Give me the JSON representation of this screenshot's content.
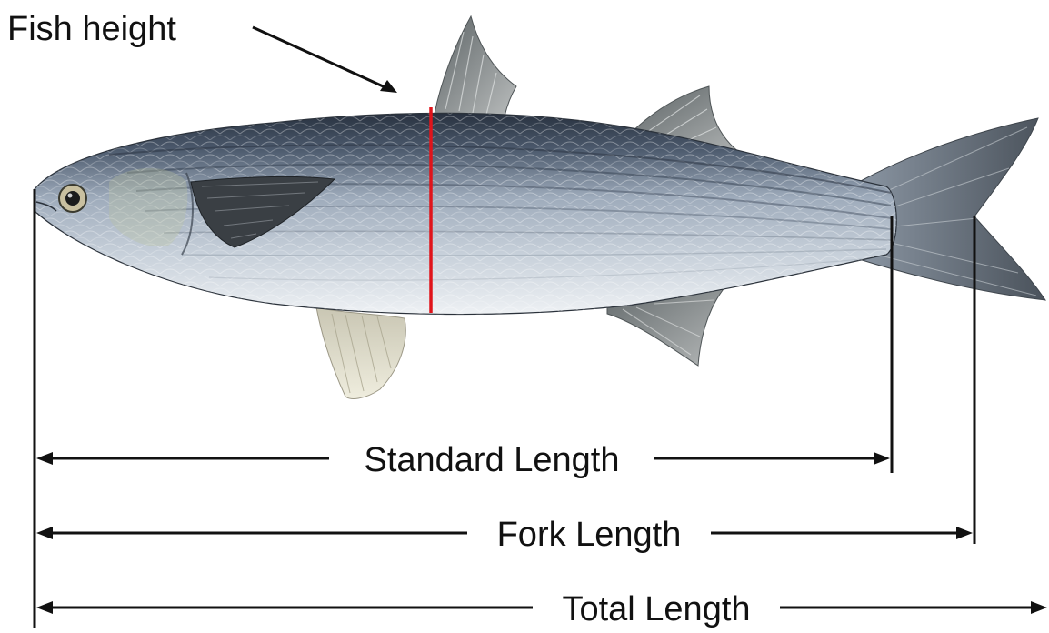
{
  "labels": {
    "fish_height": "Fish height",
    "standard_length": "Standard Length",
    "fork_length": "Fork Length",
    "total_length": "Total Length"
  },
  "colors": {
    "background": "#ffffff",
    "height_marker": "#e0141b",
    "measure_lines": "#111111",
    "body_top": "#2f3b4d",
    "body_mid": "#a9b6c6",
    "body_belly": "#eef2f6",
    "fin": "#7b7f80",
    "pelvic_fin": "#d9d6c2"
  },
  "icons": {
    "fish_illustration": "mullet-fish",
    "pointer": "arrow-pointer"
  }
}
